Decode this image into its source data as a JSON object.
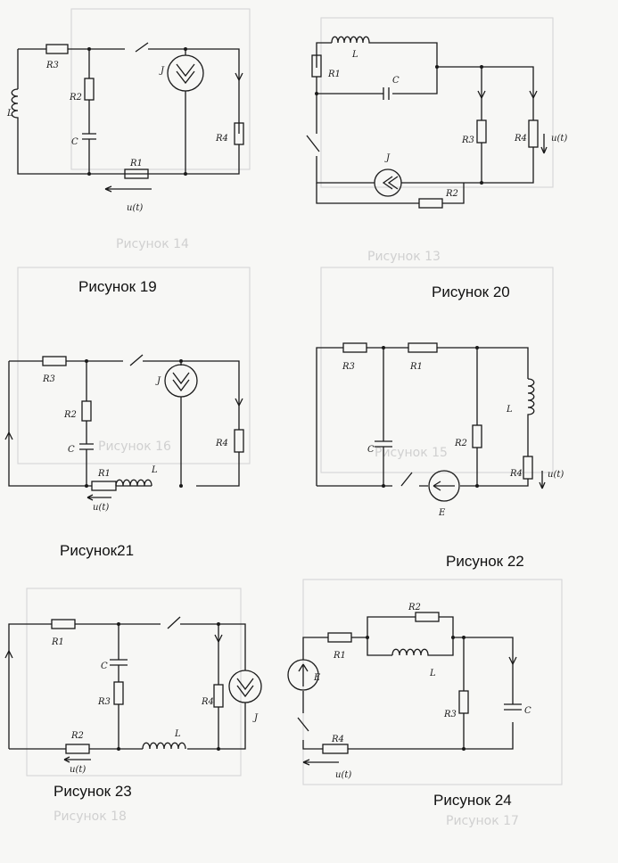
{
  "captions": {
    "fig19": "Рисунок 19",
    "fig20": "Рисунок 20",
    "fig21": "Рисунок21",
    "fig22": "Рисунок 22",
    "fig23": "Рисунок 23",
    "fig24": "Рисунок 24"
  },
  "symbols": {
    "R1": "R1",
    "R2": "R2",
    "R3": "R3",
    "R4": "R4",
    "L": "L",
    "C": "C",
    "J": "J",
    "E": "E",
    "u": "u(t)"
  },
  "ghost_captions": {
    "g14": "Рисунок 14",
    "g13": "Рисунок 13",
    "g16": "Рисунок 16",
    "g15": "Рисунок 15",
    "g18": "Рисунок 18",
    "g17": "Рисунок 17"
  },
  "colors": {
    "ink": "#1a1a1a",
    "bleed": "#d6d6d6",
    "paper": "#f7f7f5"
  }
}
